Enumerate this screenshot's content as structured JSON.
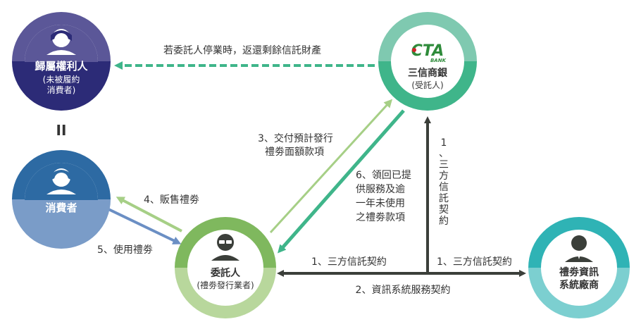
{
  "nodes": {
    "beneficiary": {
      "title": "歸屬權利人",
      "sub1": "(未被履約",
      "sub2": "消費者)"
    },
    "consumer": {
      "title": "消費者"
    },
    "bank": {
      "title": "三信商銀",
      "sub": "(受託人)",
      "logo_text": "CTA",
      "logo_sub": "BANK"
    },
    "trustor": {
      "title": "委託人",
      "sub": "(禮劵發行業者)"
    },
    "vendor": {
      "title1": "禮劵資訊",
      "title2": "系統廠商"
    }
  },
  "equals_sign": "II",
  "arrows": {
    "return_assets": "若委託人停業時，返還剩餘信託財產",
    "pay_line1": "3、交付預計發行",
    "pay_line2": "禮劵面額款項",
    "retrieve_lines": [
      "6、領回已提",
      "供服務及逾",
      "一年未使用",
      "之禮劵款項"
    ],
    "trust_contract_vertical": [
      "1",
      "、",
      "三",
      "方",
      "信",
      "託",
      "契",
      "約"
    ],
    "sell": "4、販售禮劵",
    "use": "5、使用禮劵",
    "trust_contract_left": "1、三方信託契約",
    "trust_contract_right": "1、三方信託契約",
    "service_contract": "2、資訊系統服務契約"
  },
  "colors": {
    "purple_light": "#5b5798",
    "purple_dark": "#2c2b77",
    "blue_light": "#7a9cc8",
    "blue_dark": "#2d6aa3",
    "teal_light": "#7fc9b0",
    "teal_dark": "#3fb58a",
    "green_light": "#b8d79c",
    "green_dark": "#7fb85e",
    "cyan_light": "#7ccfd0",
    "cyan_dark": "#2fb3b5",
    "arrow_dark": "#3b3f3a",
    "arrow_teal": "#3fb58a",
    "arrow_green": "#a6cf86",
    "arrow_blue": "#6b8fc4"
  }
}
